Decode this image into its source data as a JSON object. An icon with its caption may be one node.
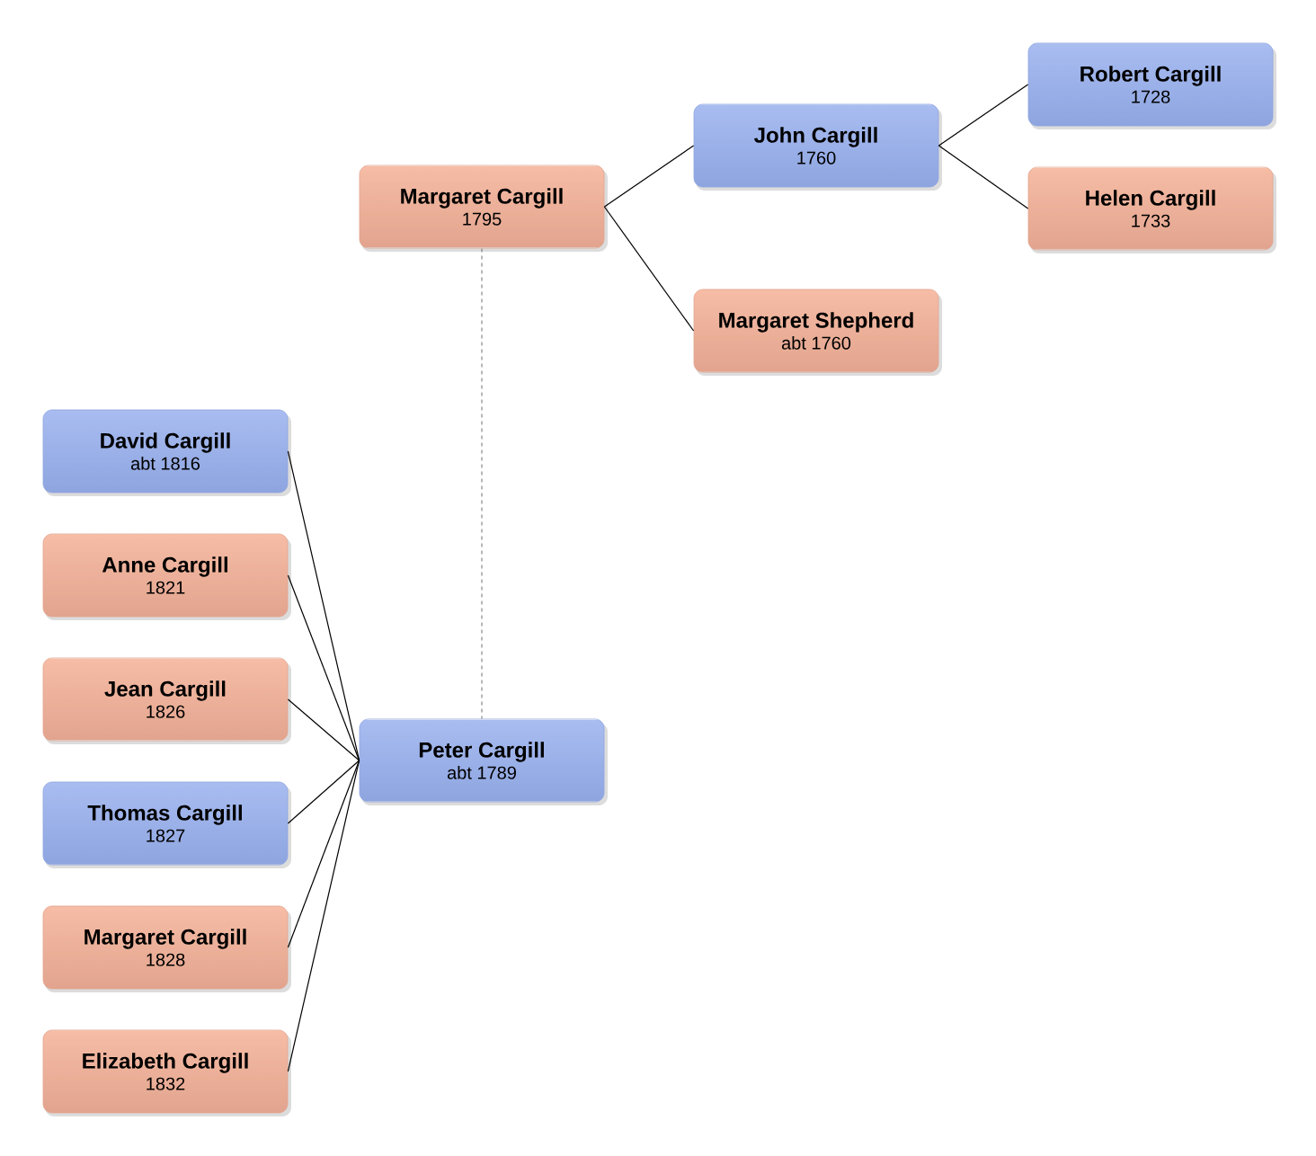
{
  "diagram": {
    "nodes": [
      {
        "text": [
          "Margaret Cargill",
          "1795"
        ]
      },
      {
        "text": [
          "John Cargill",
          "1760"
        ]
      },
      {
        "text": [
          "Margaret Shepherd",
          "abt 1760"
        ]
      },
      {
        "text": [
          "Robert Cargill",
          "1728"
        ]
      },
      {
        "text": [
          "Helen Cargill",
          "1733"
        ]
      },
      {
        "text": [
          "David Cargill",
          "abt 1816"
        ]
      },
      {
        "text": [
          "Anne Cargill",
          "1821"
        ]
      },
      {
        "text": [
          "Jean Cargill",
          "1826"
        ]
      },
      {
        "text": [
          "Thomas Cargill",
          "1827"
        ]
      },
      {
        "text": [
          "Margaret Cargill",
          "1828"
        ]
      },
      {
        "text": [
          "Elizabeth Cargill",
          "1832"
        ]
      },
      {
        "text": [
          "Peter Cargill",
          "abt 1789"
        ]
      }
    ],
    "edges": [
      {
        "from": 0,
        "to": 1,
        "arrow": "none"
      },
      {
        "from": 0,
        "to": 2,
        "arrow": "none"
      },
      {
        "from": 1,
        "to": 3,
        "arrow": "none"
      },
      {
        "from": 1,
        "to": 4,
        "arrow": "none"
      },
      {
        "from": 0,
        "to": 11,
        "arrow": "none",
        "style": "dashed",
        "color": "#888888"
      },
      {
        "from": 11,
        "to": 5,
        "arrow": "none"
      },
      {
        "from": 11,
        "to": 6,
        "arrow": "none"
      },
      {
        "from": 11,
        "to": 7,
        "arrow": "none"
      },
      {
        "from": 11,
        "to": 8,
        "arrow": "none"
      },
      {
        "from": 11,
        "to": 9,
        "arrow": "none"
      },
      {
        "from": 11,
        "to": 10,
        "arrow": "none"
      }
    ]
  }
}
